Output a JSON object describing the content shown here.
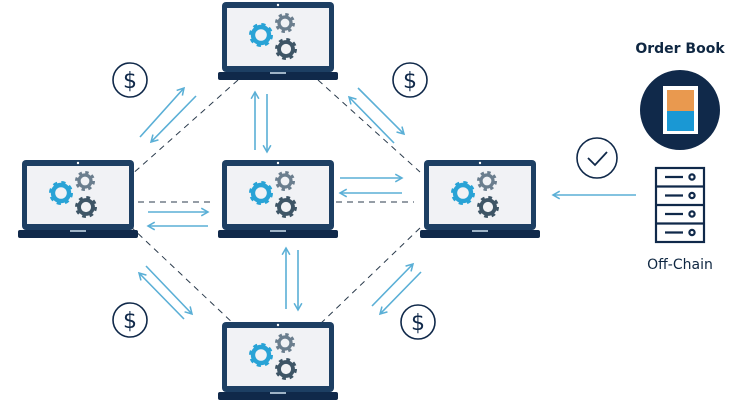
{
  "order_book": {
    "title": "Order Book",
    "icon": "order-book-icon"
  },
  "off_chain": {
    "label": "Off-Chain",
    "icon": "server-icon"
  },
  "currency_symbol": "$",
  "nodes": [
    "top",
    "left",
    "center",
    "right",
    "bottom"
  ],
  "colors": {
    "navy": "#10294a",
    "frame": "#1d3f63",
    "screen": "#f1f2f5",
    "accent_blue": "#29a3d6",
    "gear_grey": "#6b7e8e",
    "gear_dark": "#3e5566",
    "arrow": "#5aafd6",
    "orange": "#e9994f"
  }
}
